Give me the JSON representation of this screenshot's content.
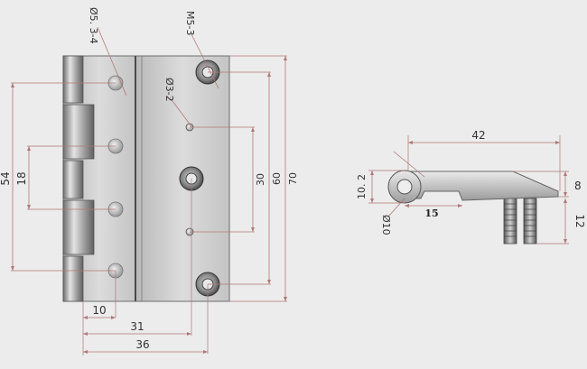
{
  "front_view": {
    "dims": {
      "width_10": "10",
      "width_31": "31",
      "width_36": "36",
      "height_18": "18",
      "height_54": "54",
      "height_30": "30",
      "height_60": "60",
      "height_70": "70"
    },
    "callouts": {
      "hole_large": "Ø5. 3-4",
      "thread": "M5-3",
      "hole_small": "Ø3-2"
    }
  },
  "side_view": {
    "dims": {
      "length_42": "42",
      "thick_8": "8",
      "stud_12": "12",
      "height_10_2": "10. 2",
      "dia_10": "Ø10",
      "length_15": "15"
    }
  },
  "colors": {
    "background": "#ececec",
    "dimension_line": "#b07878",
    "metal_dark": "#7a7a7a",
    "metal_light": "#d8d8d8"
  }
}
